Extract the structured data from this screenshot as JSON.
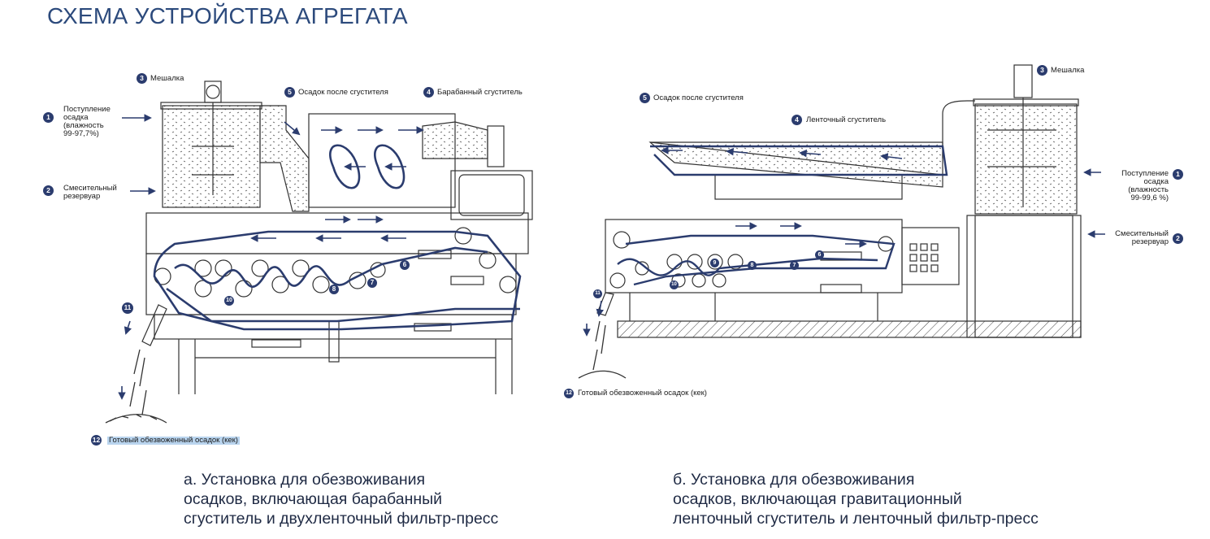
{
  "title": "СХЕМА УСТРОЙСТВА АГРЕГАТА",
  "left_diagram": {
    "labels": [
      {
        "num": "1",
        "text": "Поступление\nосадка\n(влажность\n99-97,7%)"
      },
      {
        "num": "2",
        "text": "Смесительный\nрезервуар"
      },
      {
        "num": "3",
        "text": "Мешалка"
      },
      {
        "num": "4",
        "text": "Барабанный сгуститель"
      },
      {
        "num": "5",
        "text": "Осадок после сгустителя"
      },
      {
        "num": "6",
        "text": ""
      },
      {
        "num": "7",
        "text": ""
      },
      {
        "num": "8",
        "text": ""
      },
      {
        "num": "10",
        "text": ""
      },
      {
        "num": "11",
        "text": ""
      },
      {
        "num": "12",
        "text": "Готовый обезвоженный осадок (кек)"
      }
    ],
    "caption": "а. Установка для обезвоживания\nосадков, включающая барабанный\nсгуститель и двухленточный фильтр-пресс"
  },
  "right_diagram": {
    "labels": [
      {
        "num": "1",
        "text": "Поступление\nосадка\n(влажность\n99-99,6 %)"
      },
      {
        "num": "2",
        "text": "Смесительный\nрезервуар"
      },
      {
        "num": "3",
        "text": "Мешалка"
      },
      {
        "num": "4",
        "text": "Ленточный сгуститель"
      },
      {
        "num": "5",
        "text": "Осадок после сгустителя"
      },
      {
        "num": "6",
        "text": ""
      },
      {
        "num": "7",
        "text": ""
      },
      {
        "num": "8",
        "text": ""
      },
      {
        "num": "9",
        "text": ""
      },
      {
        "num": "10",
        "text": ""
      },
      {
        "num": "11",
        "text": ""
      },
      {
        "num": "12",
        "text": "Готовый обезвоженный осадок (кек)"
      }
    ],
    "caption": "б. Установка для обезвоживания\nосадков, включающая гравитационный\nленточный сгуститель и ленточный фильтр-пресс"
  },
  "colors": {
    "title": "#2c4a7c",
    "belt": "#2b3c6e",
    "frame": "#333333",
    "badge": "#2b3c6e"
  }
}
